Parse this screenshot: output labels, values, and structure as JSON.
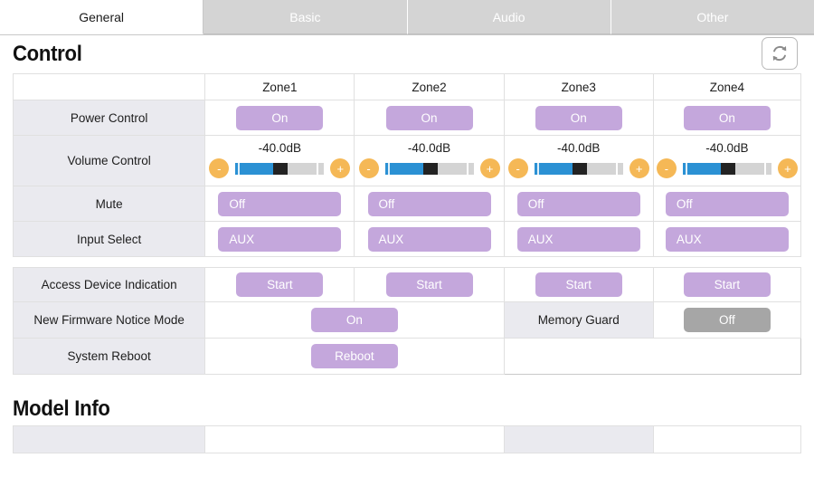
{
  "tabs": [
    {
      "label": "General",
      "active": true
    },
    {
      "label": "Basic",
      "active": false
    },
    {
      "label": "Audio",
      "active": false
    },
    {
      "label": "Other",
      "active": false
    }
  ],
  "control": {
    "title": "Control",
    "refresh_icon": "refresh-sync-icon",
    "zone_headers": [
      "",
      "Zone1",
      "Zone2",
      "Zone3",
      "Zone4"
    ],
    "rows": {
      "power": {
        "label": "Power Control",
        "values": [
          "On",
          "On",
          "On",
          "On"
        ]
      },
      "volume": {
        "label": "Volume Control",
        "values": [
          "-40.0dB",
          "-40.0dB",
          "-40.0dB",
          "-40.0dB"
        ],
        "minus_label": "-",
        "plus_label": "+",
        "fill_percent": 45
      },
      "mute": {
        "label": "Mute",
        "values": [
          "Off",
          "Off",
          "Off",
          "Off"
        ]
      },
      "input": {
        "label": "Input Select",
        "values": [
          "AUX",
          "AUX",
          "AUX",
          "AUX"
        ]
      }
    }
  },
  "device": {
    "access": {
      "label": "Access Device Indication",
      "values": [
        "Start",
        "Start",
        "Start",
        "Start"
      ]
    },
    "firmware": {
      "label": "New Firmware Notice Mode",
      "value": "On"
    },
    "memory_guard": {
      "label": "Memory Guard",
      "value": "Off"
    },
    "reboot": {
      "label": "System Reboot",
      "value": "Reboot"
    }
  },
  "model_info": {
    "title": "Model Info"
  },
  "colors": {
    "accent_purple": "#c4a7dc",
    "gray_button": "#a6a6a6",
    "slider_blue": "#2b91d4",
    "stepper_orange": "#f5b856",
    "label_bg": "#eaeaef",
    "tab_inactive": "#d4d4d4"
  }
}
